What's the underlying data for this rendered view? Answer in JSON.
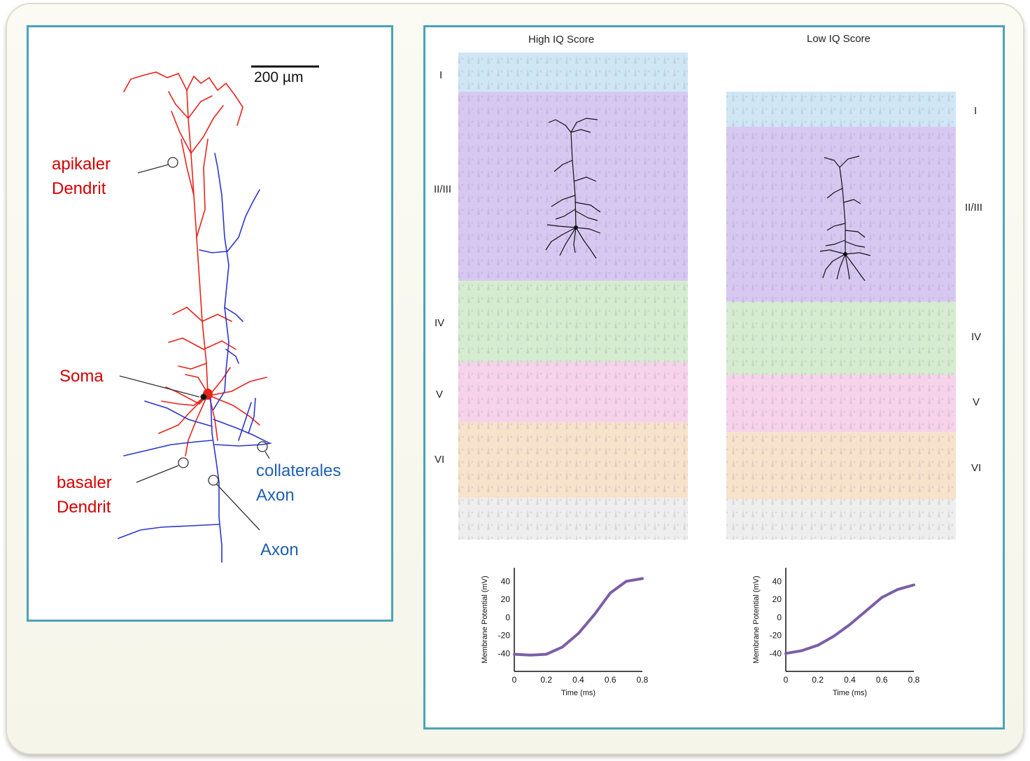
{
  "neuron_panel": {
    "scale_bar": "200 µm",
    "labels": {
      "apical_1": "apikaler",
      "apical_2": "Dendrit",
      "soma": "Soma",
      "basal_1": "basaler",
      "basal_2": "Dendrit",
      "collateral_1": "collaterales",
      "collateral_2": "Axon",
      "axon": "Axon"
    },
    "colors": {
      "dendrite": "#e8231a",
      "axon": "#2b35c8",
      "label_red": "#d40000",
      "label_blue": "#1f5fae"
    }
  },
  "cortex_panel": {
    "high": {
      "title": "High IQ Score",
      "layers": [
        "I",
        "II/III",
        "IV",
        "V",
        "VI"
      ]
    },
    "low": {
      "title": "Low IQ Score",
      "layers": [
        "I",
        "II/III",
        "IV",
        "V",
        "VI"
      ]
    },
    "layer_colors": [
      "#cfe6f5",
      "#d7c8f2",
      "#d6ecd0",
      "#f6d3ea",
      "#f7e2cc",
      "#eeeeee"
    ]
  },
  "chart_data": [
    {
      "type": "line",
      "xlabel": "Time (ms)",
      "ylabel": "Membrane Potential (mV)",
      "x_ticks": [
        "0",
        "0.2",
        "0.4",
        "0.6",
        "0.8"
      ],
      "y_ticks": [
        "40",
        "20",
        "0",
        "-20",
        "-40"
      ],
      "xlim": [
        0,
        0.8
      ],
      "ylim": [
        -60,
        55
      ],
      "color": "#7b5ea7",
      "points": [
        [
          0,
          -41
        ],
        [
          0.1,
          -42
        ],
        [
          0.2,
          -41
        ],
        [
          0.3,
          -33
        ],
        [
          0.4,
          -18
        ],
        [
          0.5,
          3
        ],
        [
          0.6,
          27
        ],
        [
          0.7,
          40
        ],
        [
          0.8,
          43
        ]
      ]
    },
    {
      "type": "line",
      "xlabel": "Time (ms)",
      "ylabel": "Membrane Potential (mV)",
      "x_ticks": [
        "0",
        "0.2",
        "0.4",
        "0.6",
        "0.8"
      ],
      "y_ticks": [
        "40",
        "20",
        "0",
        "-20",
        "-40"
      ],
      "xlim": [
        0,
        0.8
      ],
      "ylim": [
        -60,
        55
      ],
      "color": "#7b5ea7",
      "points": [
        [
          0,
          -40
        ],
        [
          0.1,
          -37
        ],
        [
          0.2,
          -31
        ],
        [
          0.3,
          -21
        ],
        [
          0.4,
          -8
        ],
        [
          0.5,
          7
        ],
        [
          0.6,
          22
        ],
        [
          0.7,
          31
        ],
        [
          0.8,
          36
        ]
      ]
    }
  ]
}
